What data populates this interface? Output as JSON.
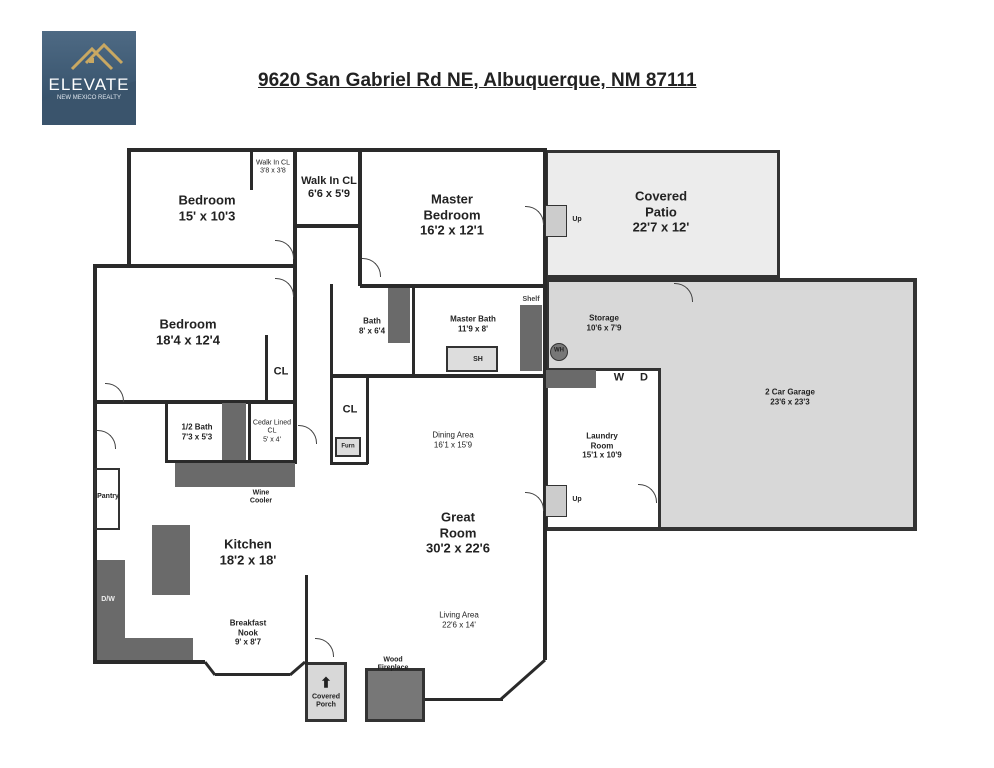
{
  "logo": {
    "name": "ELEVATE",
    "tagline": "NEW MEXICO REALTY"
  },
  "title": "9620 San Gabriel Rd NE, Albuquerque, NM 87111",
  "rooms": {
    "bedroom1": {
      "name": "Bedroom",
      "size": "15' x 10'3"
    },
    "walkin_small": {
      "name": "Walk In CL",
      "size": "3'8 x 3'8"
    },
    "walkin": {
      "name": "Walk In CL",
      "size": "6'6 x 5'9"
    },
    "master": {
      "name": "Master Bedroom",
      "size": "16'2 x 12'1"
    },
    "patio": {
      "name": "Covered Patio",
      "size": "22'7 x 12'"
    },
    "bedroom2": {
      "name": "Bedroom",
      "size": "18'4 x 12'4"
    },
    "bath": {
      "name": "Bath",
      "size": "8' x 6'4"
    },
    "master_bath": {
      "name": "Master Bath",
      "size": "11'9 x 8'"
    },
    "storage": {
      "name": "Storage",
      "size": "10'6 x 7'9"
    },
    "half_bath": {
      "name": "1/2 Bath",
      "size": "7'3 x 5'3"
    },
    "cedar": {
      "name": "Cedar Lined CL",
      "size": "5' x 4'"
    },
    "dining": {
      "name": "Dining Area",
      "size": "16'1 x 15'9"
    },
    "laundry": {
      "name": "Laundry Room",
      "size": "15'1 x 10'9"
    },
    "garage": {
      "name": "2 Car Garage",
      "size": "23'6 x 23'3"
    },
    "great": {
      "name": "Great Room",
      "size": "30'2 x 22'6"
    },
    "kitchen": {
      "name": "Kitchen",
      "size": "18'2 x 18'"
    },
    "nook": {
      "name": "Breakfast Nook",
      "size": "9' x 8'7"
    },
    "living": {
      "name": "Living Area",
      "size": "22'6 x 14'"
    }
  },
  "fixtures": {
    "cl": "CL",
    "shelf": "Shelf",
    "sh": "SH",
    "wh": "WH",
    "w": "W",
    "d": "D",
    "up": "Up",
    "pantry": "Pantry",
    "wine": "Wine Cooler",
    "dw": "D/W",
    "furn": "Furn",
    "fireplace": "Wood Fireplace",
    "porch": "Covered Porch"
  }
}
